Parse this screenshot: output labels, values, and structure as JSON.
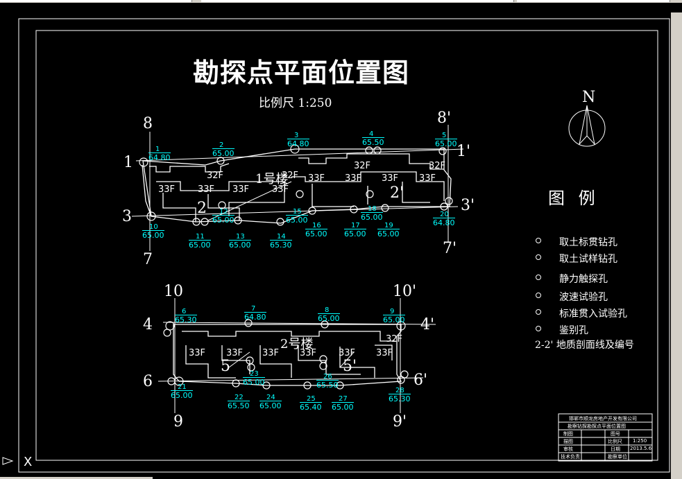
{
  "title": "勘探点平面位置图",
  "scale": "比例尺 1:250",
  "north_label": "N",
  "legend": {
    "title": "图 例",
    "items": [
      {
        "label": "取土标贯钻孔",
        "symbol": "⊘"
      },
      {
        "label": "取土试样钻孔",
        "symbol": "⦶"
      },
      {
        "label": "静力触探孔",
        "symbol": "⊗"
      },
      {
        "label": "波速试验孔",
        "symbol": "⊙"
      },
      {
        "label": "标准贯入试验孔",
        "symbol": "⊖"
      },
      {
        "label": "鉴别孔",
        "symbol": "○"
      },
      {
        "label": "2-2' 地质剖面线及编号",
        "symbol": ""
      }
    ]
  },
  "buildings": {
    "b1": "1号楼",
    "b2": "2号楼"
  },
  "floors": [
    "32F",
    "33F",
    "33F",
    "33F",
    "33F",
    "32F",
    "33F",
    "33F",
    "33F",
    "33F",
    "32F",
    "32F",
    "33F",
    "33F",
    "33F",
    "33F",
    "33F",
    "33F",
    "32F"
  ],
  "axes": [
    "1",
    "1'",
    "2",
    "2'",
    "3",
    "3'",
    "4",
    "4'",
    "5",
    "5'",
    "6",
    "6'",
    "7",
    "7'",
    "8",
    "8'",
    "9",
    "9'",
    "10",
    "10'"
  ],
  "boreholes": [
    {
      "no": "1",
      "elev": "64.80"
    },
    {
      "no": "2",
      "elev": "65.00"
    },
    {
      "no": "3",
      "elev": "64.80"
    },
    {
      "no": "4",
      "elev": "65.50"
    },
    {
      "no": "5",
      "elev": "65.00"
    },
    {
      "no": "6",
      "elev": "65.30"
    },
    {
      "no": "7",
      "elev": "64.80"
    },
    {
      "no": "8",
      "elev": "65.00"
    },
    {
      "no": "9",
      "elev": "65.00"
    },
    {
      "no": "10",
      "elev": "65.00"
    },
    {
      "no": "11",
      "elev": "65.00"
    },
    {
      "no": "12",
      "elev": "65.00"
    },
    {
      "no": "13",
      "elev": "65.00"
    },
    {
      "no": "14",
      "elev": "65.30"
    },
    {
      "no": "15",
      "elev": "65.00"
    },
    {
      "no": "16",
      "elev": "65.00"
    },
    {
      "no": "17",
      "elev": "65.00"
    },
    {
      "no": "18",
      "elev": "65.00"
    },
    {
      "no": "19",
      "elev": "65.00"
    },
    {
      "no": "20",
      "elev": "64.80"
    },
    {
      "no": "21",
      "elev": "65.00"
    },
    {
      "no": "22",
      "elev": "65.50"
    },
    {
      "no": "23",
      "elev": "65.00"
    },
    {
      "no": "24",
      "elev": "65.00"
    },
    {
      "no": "25",
      "elev": "65.40"
    },
    {
      "no": "26",
      "elev": "65.50"
    },
    {
      "no": "27",
      "elev": "65.00"
    },
    {
      "no": "28",
      "elev": "65.30"
    }
  ],
  "title_block": {
    "r1": "邯郸市顺龙房地产开发有限公司",
    "r2": "勘察钻探勘探点平面位置图",
    "c1": "制图",
    "c2": "图号",
    "c3": "描图",
    "c4": "比例尺",
    "c5": "1:250",
    "c6": "审核",
    "c7": "日期",
    "c8": "2013.5.6",
    "c9": "技术负责",
    "c10": "勘察单位"
  },
  "cursor": "X",
  "colors": {
    "line": "#ffffff",
    "label": "#00ffff",
    "background": "#000000"
  }
}
